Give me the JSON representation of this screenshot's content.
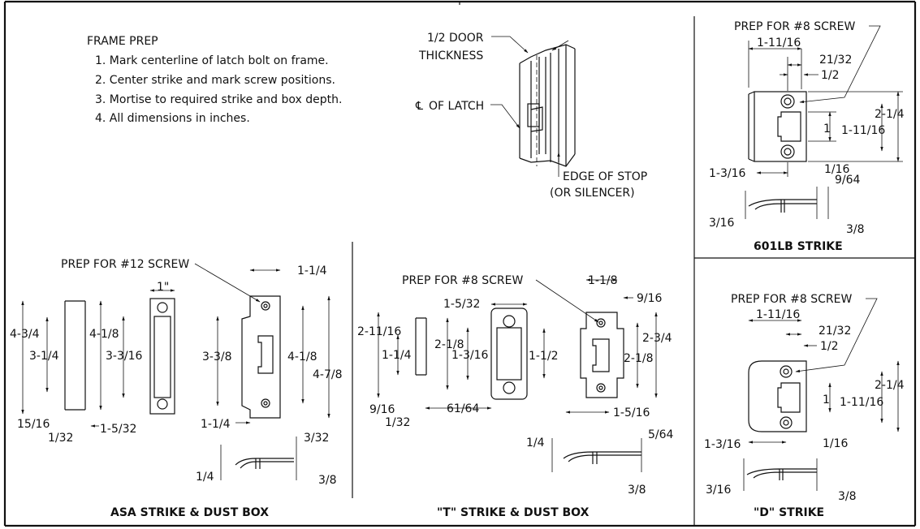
{
  "frame_prep": {
    "title": "FRAME PREP",
    "steps": [
      "1. Mark centerline of latch bolt on frame.",
      "2. Center strike and mark screw positions.",
      "3. Mortise to required strike and box depth.",
      "4. All dimensions in inches."
    ]
  },
  "door_detail": {
    "door_thickness": "1/2 DOOR",
    "door_thickness_2": "THICKNESS",
    "cl_latch": "OF LATCH",
    "edge_of_stop": "EDGE OF STOP",
    "edge_of_stop_2": "(OR SILENCER)"
  },
  "lb601": {
    "caption": "601LB STRIKE",
    "prep": "PREP FOR #8 SCREW",
    "d_1_11_16_top": "1-11/16",
    "d_21_32": "21/32",
    "d_1_2": "1/2",
    "d_2_1_4": "2-1/4",
    "d_1": "1",
    "d_1_11_16_side": "1-11/16",
    "d_1_3_16": "1-3/16",
    "d_1_16": "1/16",
    "d_9_64": "9/64",
    "d_3_16": "3/16",
    "d_3_8": "3/8"
  },
  "asa": {
    "caption": "ASA STRIKE & DUST BOX",
    "prep": "PREP FOR #12 SCREW",
    "d_1in": "1\"",
    "d_4_3_4": "4-3/4",
    "d_3_1_4": "3-1/4",
    "d_4_1_8_box": "4-1/8",
    "d_3_3_16": "3-3/16",
    "d_15_16": "15/16",
    "d_1_32": "1/32",
    "d_1_5_32": "1-5/32",
    "d_1_1_4_top": "1-1/4",
    "d_3_3_8": "3-3/8",
    "d_4_1_8": "4-1/8",
    "d_4_7_8": "4-7/8",
    "d_1_1_4_bot": "1-1/4",
    "d_3_32": "3/32",
    "d_1_4": "1/4",
    "d_3_8": "3/8"
  },
  "tstrike": {
    "caption": "\"T\" STRIKE & DUST BOX",
    "prep": "PREP FOR #8 SCREW",
    "d_1_5_32": "1-5/32",
    "d_2_11_16": "2-11/16",
    "d_1_1_4": "1-1/4",
    "d_2_1_8_box": "2-1/8",
    "d_1_3_16": "1-3/16",
    "d_9_16_left": "9/16",
    "d_1_32": "1/32",
    "d_61_64": "61/64",
    "d_1_1_8": "1-1/8",
    "d_9_16": "9/16",
    "d_2_3_4": "2-3/4",
    "d_1_1_2": "1-1/2",
    "d_2_1_8": "2-1/8",
    "d_1_5_16": "1-5/16",
    "d_1_4": "1/4",
    "d_5_64": "5/64",
    "d_3_8": "3/8"
  },
  "dstrike": {
    "caption": "\"D\" STRIKE",
    "prep": "PREP FOR #8 SCREW",
    "d_1_11_16_top": "1-11/16",
    "d_21_32": "21/32",
    "d_1_2": "1/2",
    "d_2_1_4": "2-1/4",
    "d_1": "1",
    "d_1_11_16_side": "1-11/16",
    "d_1_3_16": "1-3/16",
    "d_1_16": "1/16",
    "d_3_16": "3/16",
    "d_3_8": "3/8"
  }
}
